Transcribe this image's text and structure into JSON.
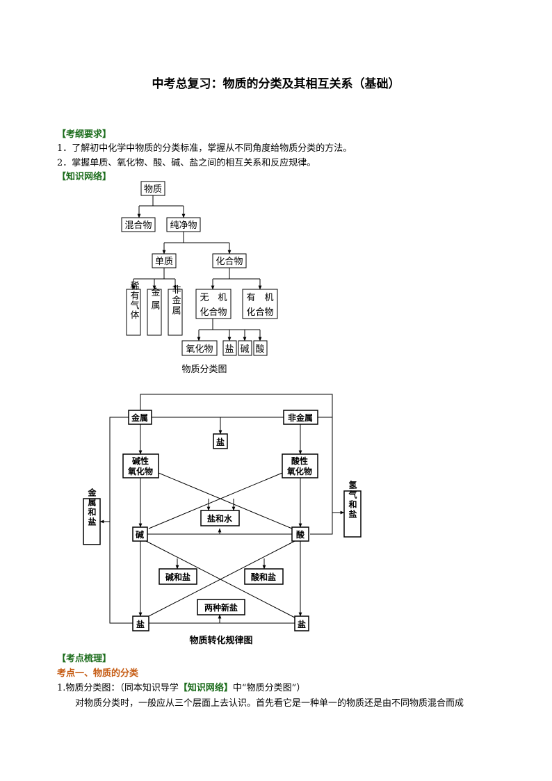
{
  "doc": {
    "title": "中考总复习：物质的分类及其相互关系（基础）",
    "section_requirements": "【考纲要求】",
    "req1": "1．了解初中化学中物质的分类标准，掌握从不同角度给物质分类的方法。",
    "req2": "2．掌握单质、氧化物、酸、碱、盐之间的相互关系和反应规律。",
    "section_network": "【知识网络】",
    "section_points": "【考点梳理】",
    "point1_title": "考点一、物质的分类",
    "point1_line_prefix": "1.物质分类图：（同本知识导学",
    "point1_line_tag": "【知识网络】",
    "point1_line_suffix": "中“物质分类图”）",
    "body_text": "对物质分类时，一般应从三个层面上去认识。首先看它是一种单一的物质还是由不同物质混合而成"
  },
  "tree": {
    "root": "物质",
    "mixture": "混合物",
    "pure": "纯净物",
    "element": "单质",
    "compound": "化合物",
    "rare_gas": "稀有气体",
    "metal": "金属",
    "nonmetal": "非金属",
    "inorganic_1": "无　机",
    "inorganic_2": "化合物",
    "organic_1": "有　机",
    "organic_2": "化合物",
    "oxide": "氧化物",
    "salt": "盐",
    "base": "碱",
    "acid": "酸",
    "caption": "物质分类图"
  },
  "reaction": {
    "metal": "金属",
    "nonmetal": "非金属",
    "salt_top": "盐",
    "basic_oxide_1": "碱性",
    "basic_oxide_2": "氧化物",
    "acidic_oxide_1": "酸性",
    "acidic_oxide_2": "氧化物",
    "metal_and_salt": "金属和盐",
    "hydrogen_and_salt": "氢气和盐",
    "salt_water": "盐和水",
    "base": "碱",
    "acid": "酸",
    "base_salt": "碱和盐",
    "acid_salt": "酸和盐",
    "two_new_salts": "两种新盐",
    "salt_left": "盐",
    "salt_right": "盐",
    "caption": "物质转化规律图"
  }
}
